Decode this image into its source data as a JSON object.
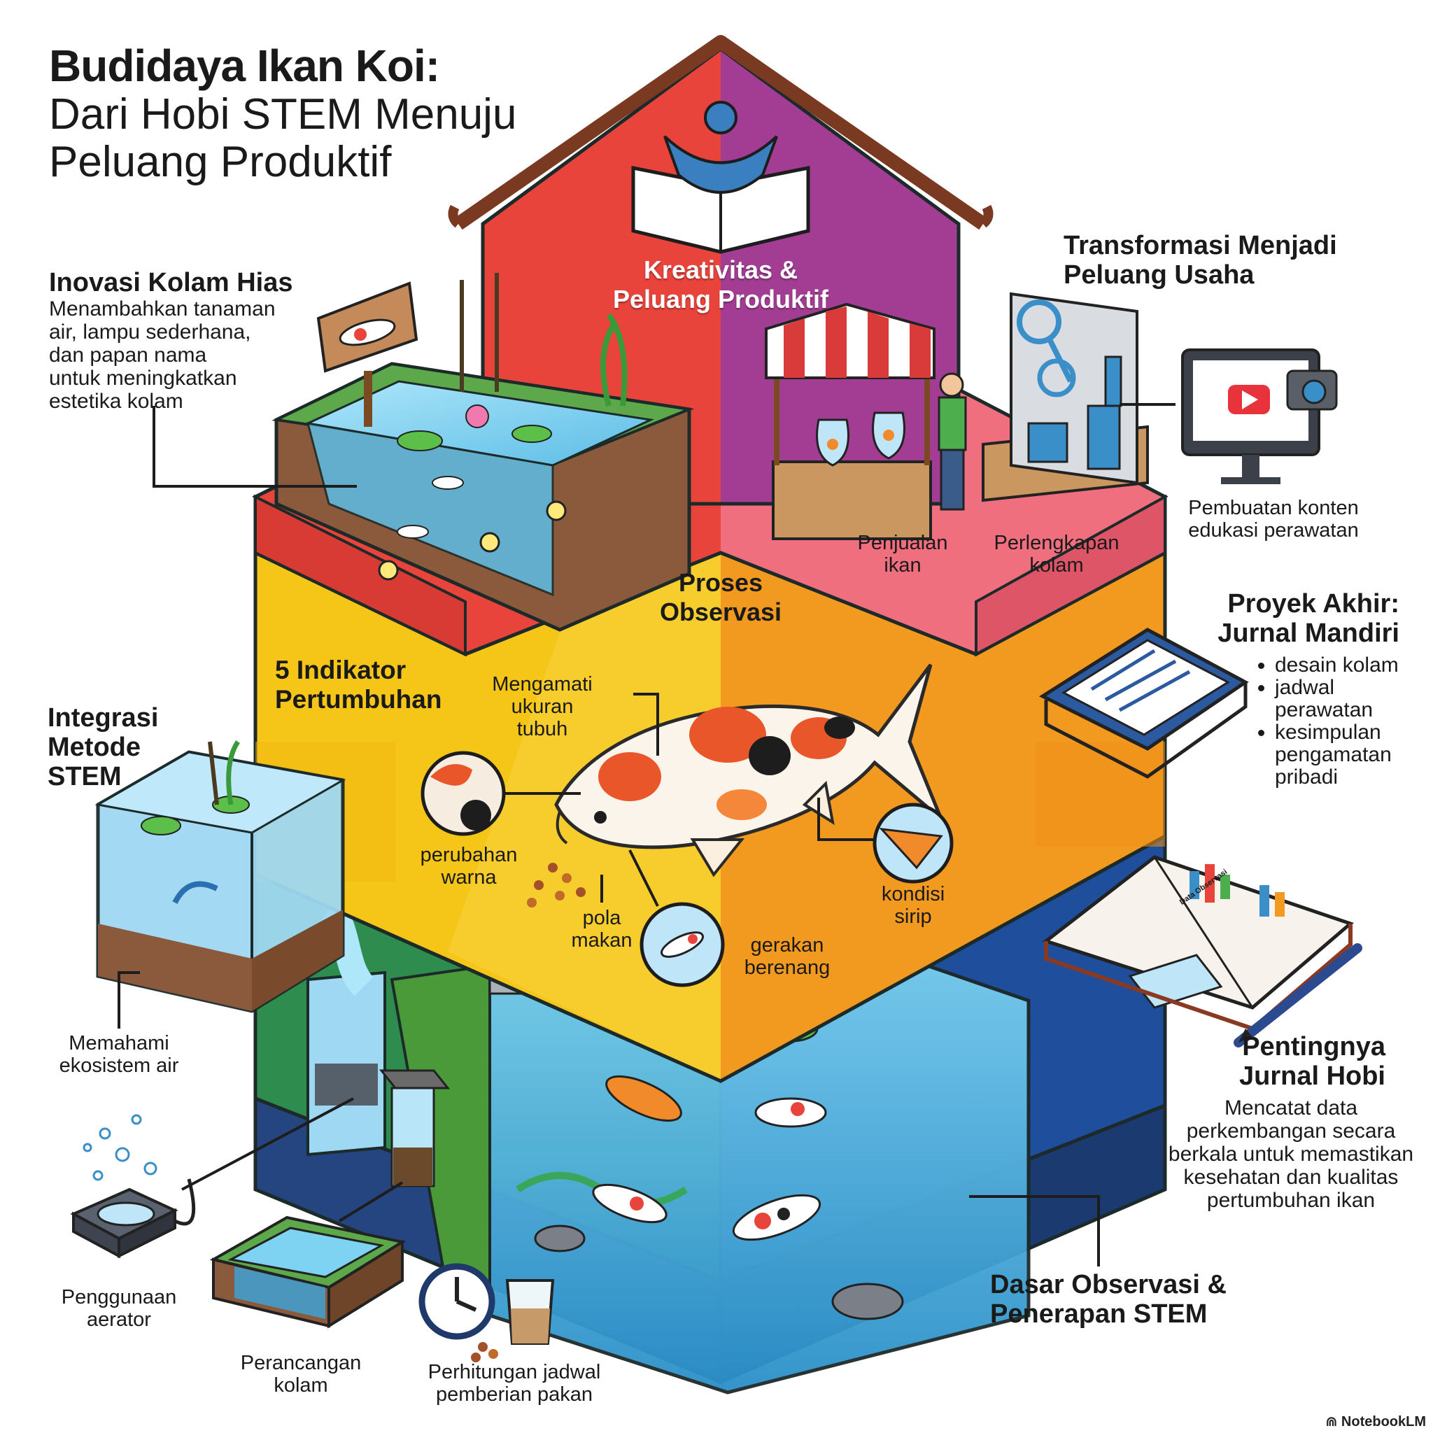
{
  "title": {
    "line1": "Budidaya Ikan Koi:",
    "line2": "Dari Hobi STEM Menuju",
    "line3": "Peluang Produktif"
  },
  "top": {
    "label": "Kreativitas & Peluang Produktif",
    "line1": "Kreativitas &",
    "line2": "Peluang Produktif",
    "colors": {
      "left": "#e8443c",
      "right": "#a23d93"
    }
  },
  "inovasi": {
    "heading": "Inovasi Kolam Hias",
    "desc": [
      "Menambahkan tanaman",
      "air, lampu sederhana,",
      "dan papan nama",
      "untuk meningkatkan",
      "estetika kolam"
    ]
  },
  "transformasi": {
    "heading": [
      "Transformasi Menjadi",
      "Peluang Usaha"
    ],
    "stall_label": [
      "Penjualan",
      "ikan"
    ],
    "equipment_label": [
      "Perlengkapan",
      "kolam"
    ],
    "content_label": [
      "Pembuatan konten",
      "edukasi perawatan"
    ]
  },
  "middle": {
    "heading": [
      "Proses",
      "Observasi"
    ],
    "indicators_heading": [
      "5 Indikator",
      "Pertumbuhan"
    ],
    "indicators": {
      "size": [
        "Mengamati",
        "ukuran",
        "tubuh"
      ],
      "color": [
        "perubahan",
        "warna"
      ],
      "feeding": [
        "pola",
        "makan"
      ],
      "swim": [
        "gerakan",
        "berenang"
      ],
      "fin": [
        "kondisi",
        "sirip"
      ]
    },
    "colors": {
      "left": "#f5c518",
      "right": "#f29a1f"
    }
  },
  "proyek": {
    "heading": [
      "Proyek Akhir:",
      "Jurnal Mandiri"
    ],
    "items": [
      [
        "desain kolam"
      ],
      [
        "jadwal",
        "perawatan"
      ],
      [
        "kesimpulan",
        "pengamatan",
        "pribadi"
      ]
    ]
  },
  "stem": {
    "heading": [
      "Integrasi",
      "Metode",
      "STEM"
    ],
    "ecosystem": [
      "Memahami",
      "ekosistem air"
    ],
    "aerator": [
      "Penggunaan",
      "aerator"
    ],
    "pond_design": [
      "Perancangan",
      "kolam"
    ],
    "feeding_schedule": [
      "Perhitungan jadwal",
      "pemberian pakan"
    ]
  },
  "pentingnya": {
    "heading": [
      "Pentingnya",
      "Jurnal Hobi"
    ],
    "desc": [
      "Mencatat data",
      "perkembangan secara",
      "berkala untuk memastikan",
      "kesehatan dan kualitas",
      "pertumbuhan ikan"
    ]
  },
  "dasar": {
    "heading": [
      "Dasar Observasi &",
      "Penerapan STEM"
    ],
    "colors": {
      "left": "#2e8c4e",
      "right": "#1f4e9c"
    }
  },
  "journal_mini": "Data Observasi",
  "brand": "NotebookLM"
}
